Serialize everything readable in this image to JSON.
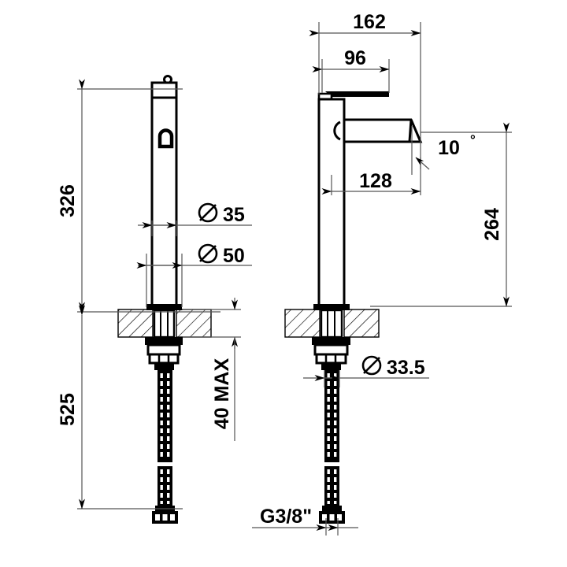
{
  "drawing": {
    "type": "technical-drawing",
    "subject": "tall single-lever basin mixer tap",
    "background_color": "#ffffff",
    "line_color": "#000000",
    "thin_line_color": "#555555",
    "views": [
      {
        "id": "front",
        "label": "front-view",
        "position": "left"
      },
      {
        "id": "side",
        "label": "side-view",
        "position": "right"
      }
    ]
  },
  "dimensions": {
    "height_above_deck": "326",
    "height_below_deck": "525",
    "deck_thickness_max": "40 MAX",
    "body_diameter": "35",
    "base_diameter": "50",
    "shank_diameter": "33.5",
    "spout_reach_total": "162",
    "lever_length": "96",
    "spout_reach": "128",
    "spout_height": "264",
    "spout_angle": "10",
    "degree_symbol": "°",
    "diameter_symbol": "⌀",
    "thread_size": "G3/8\""
  },
  "labels": {
    "dim_326": "326",
    "dim_525": "525",
    "dim_40max": "40 MAX",
    "dim_d35": "⌀ 35",
    "dim_d50": "⌀ 50",
    "dim_d335": "⌀ 33.5",
    "dim_162": "162",
    "dim_96": "96",
    "dim_128": "128",
    "dim_264": "264",
    "dim_10deg": "10",
    "deg_mark": "°",
    "dim_g38": "G3/8\""
  }
}
